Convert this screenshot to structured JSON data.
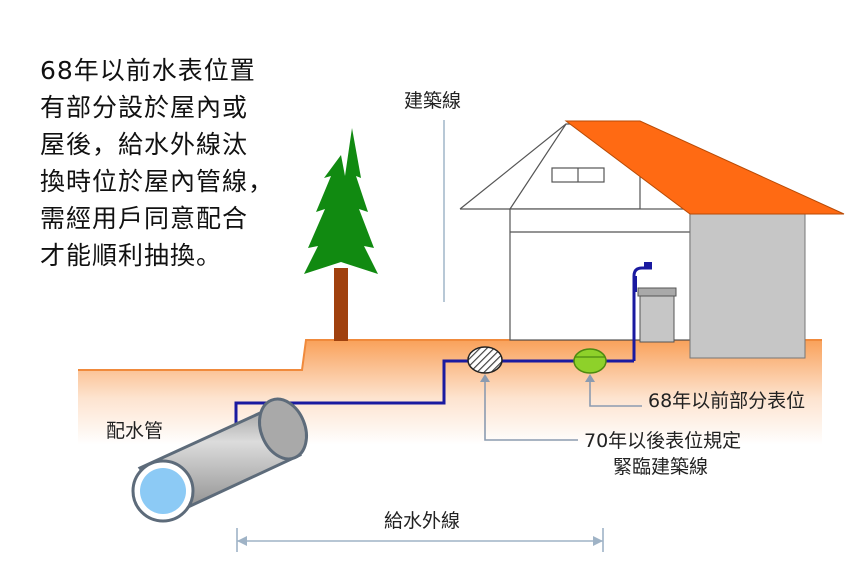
{
  "note": {
    "lines": [
      "68年以前水表位置",
      "有部分設於屋內或",
      "屋後，給水外線汰",
      "換時位於屋內管線，",
      "需經用戶同意配合",
      "才能順利抽換。"
    ]
  },
  "labels": {
    "building_line": "建築線",
    "distribution_pipe": "配水管",
    "meter_pre68": "68年以前部分表位",
    "meter_post70_line1": "70年以後表位規定",
    "meter_post70_line2": "緊臨建築線",
    "service_line": "給水外線"
  },
  "colors": {
    "roof": "#ff6a13",
    "ground": "#f9a15a",
    "water_line": "#1a1aa0",
    "tree": "#118a11",
    "pipe_end": "#8ccaf5",
    "new_meter": "#8ed12a"
  }
}
